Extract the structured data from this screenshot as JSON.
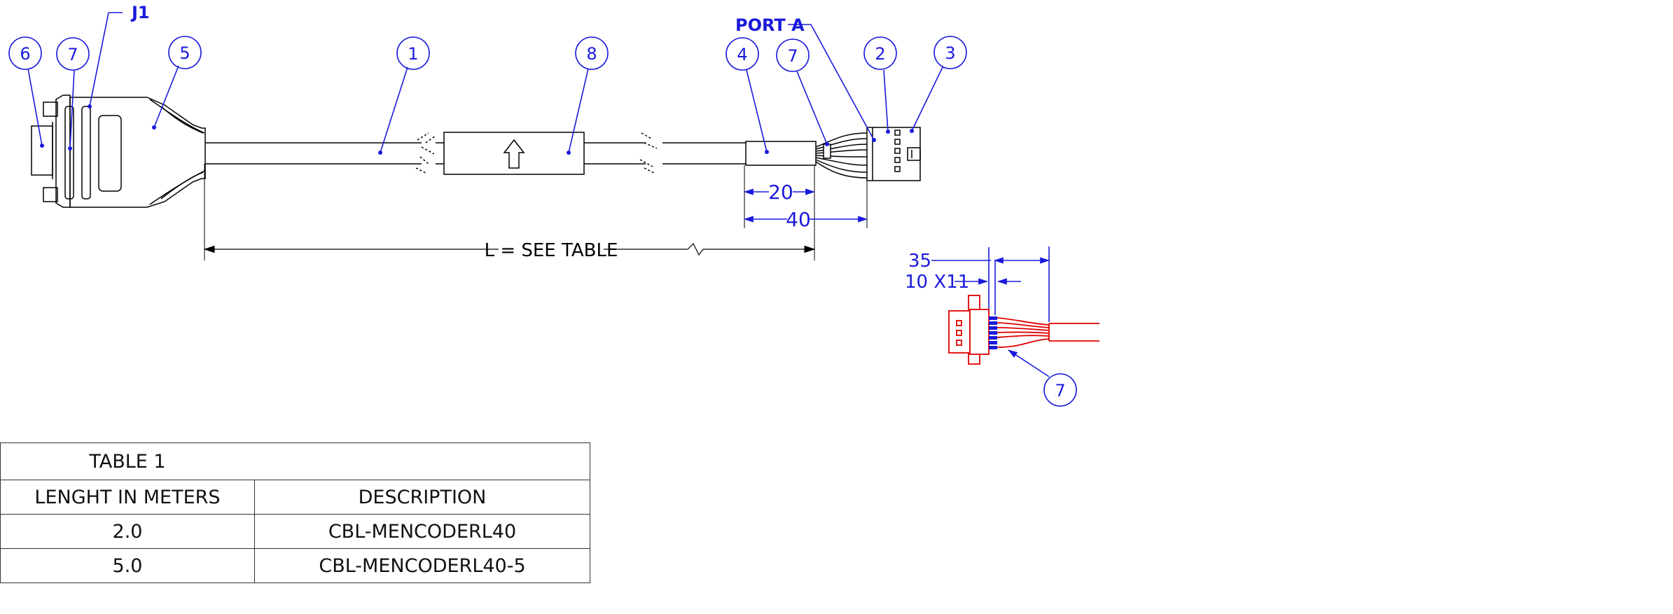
{
  "callouts": {
    "j1": "J1",
    "port_a": "PORT A"
  },
  "balloons": {
    "b6": "6",
    "b7_left": "7",
    "b5": "5",
    "b1": "1",
    "b8": "8",
    "b4": "4",
    "b7_right": "7",
    "b2": "2",
    "b3": "3",
    "b7_detail": "7"
  },
  "dimensions": {
    "dim_20": "20",
    "dim_40": "40",
    "length": "L = SEE TABLE",
    "dim_35": "35",
    "dim_10x11": "10 X11"
  },
  "table": {
    "title": "TABLE 1",
    "headers": [
      "LENGHT IN METERS",
      "DESCRIPTION"
    ],
    "rows": [
      {
        "length": "2.0",
        "description": "CBL-MENCODERL40"
      },
      {
        "length": "5.0",
        "description": "CBL-MENCODERL40-5"
      }
    ]
  },
  "colors": {
    "annotation": "#1a1adb",
    "detail_outline": "#e00000",
    "geometry": "#000000"
  }
}
